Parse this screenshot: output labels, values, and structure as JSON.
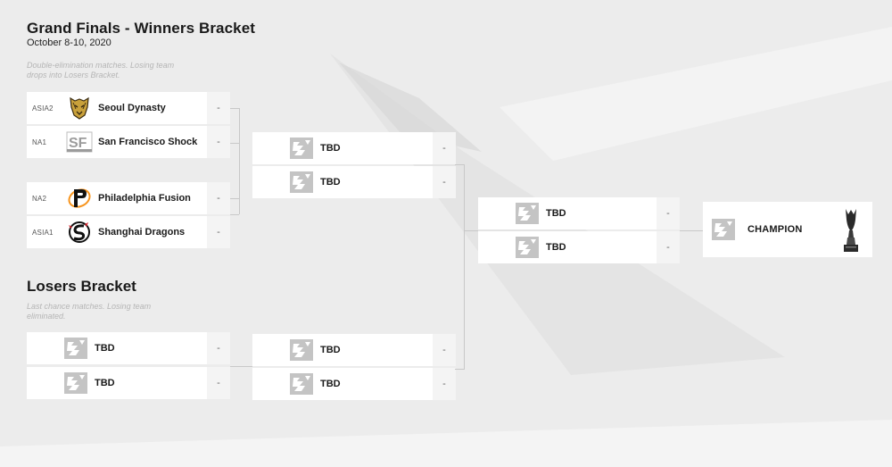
{
  "winners": {
    "title": "Grand Finals - Winners Bracket",
    "dates": "October 8-10, 2020",
    "note": "Double-elimination matches. Losing team drops into Losers Bracket.",
    "round1": [
      {
        "region": "ASIA2",
        "team": "Seoul Dynasty",
        "score": "-"
      },
      {
        "region": "NA1",
        "team": "San Francisco Shock",
        "score": "-"
      },
      {
        "region": "NA2",
        "team": "Philadelphia Fusion",
        "score": "-"
      },
      {
        "region": "ASIA1",
        "team": "Shanghai Dragons",
        "score": "-"
      }
    ],
    "round2": [
      {
        "team": "TBD",
        "score": "-"
      },
      {
        "team": "TBD",
        "score": "-"
      }
    ]
  },
  "losers": {
    "title": "Losers Bracket",
    "note": "Last chance matches. Losing team eliminated.",
    "round1": [
      {
        "team": "TBD",
        "score": "-"
      },
      {
        "team": "TBD",
        "score": "-"
      }
    ],
    "round2": [
      {
        "team": "TBD",
        "score": "-"
      },
      {
        "team": "TBD",
        "score": "-"
      }
    ]
  },
  "finals": [
    {
      "team": "TBD",
      "score": "-"
    },
    {
      "team": "TBD",
      "score": "-"
    }
  ],
  "champion": {
    "label": "CHAMPION"
  },
  "colors": {
    "seoul": "#c9a13b",
    "shock_gray": "#9b9b9b",
    "fusion_orange": "#f7941d",
    "dragons_red": "#d22630",
    "placeholder": "#c4c4c4",
    "connector": "#c8c8c8"
  },
  "icons": {
    "team_logos": [
      "seoul-dynasty-logo-icon",
      "sf-shock-logo-icon",
      "philadelphia-fusion-logo-icon",
      "shanghai-dragons-logo-icon"
    ],
    "placeholder": "overwatch-league-placeholder-icon",
    "trophy": "trophy-icon"
  }
}
